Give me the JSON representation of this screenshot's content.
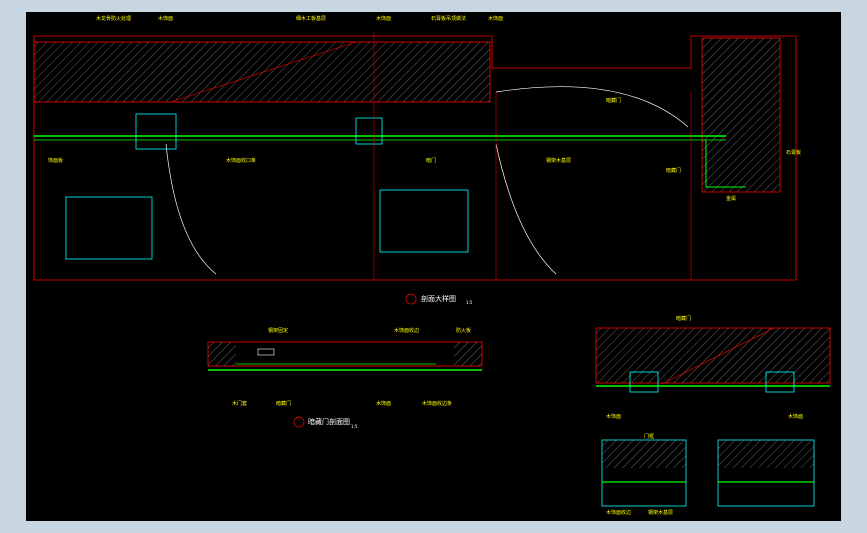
{
  "colors": {
    "background": "#000000",
    "wall_outline": "#ff0000",
    "detail_box": "#00ffff",
    "leader": "#ff0000",
    "label": "#ffff00",
    "panel": "#00ff00",
    "door_arc": "#ffffff",
    "hatch": "#808080",
    "app_frame": "#c8d6e2"
  },
  "drawing": {
    "title_main": "剖面大样图",
    "title_sub": "暗藏门剖面图",
    "scale_main": "1:5",
    "scale_sub": "1:5"
  },
  "labels": {
    "top": [
      "木龙骨防火处理",
      "木饰面",
      "细木工板基层",
      "木饰面",
      "石膏板吊顶做法",
      "木饰面"
    ],
    "mid": [
      "饰面板",
      "木饰面收口条",
      "暗门",
      "暗藏门",
      "钢架木基层"
    ],
    "side": [
      "暗藏门",
      "石膏板",
      "金属"
    ],
    "lower": [
      "钢架固定",
      "木饰面收边",
      "防火板",
      "木门套",
      "暗藏门",
      "木饰面",
      "木饰面收边条",
      "钢架木基层"
    ],
    "right": [
      "暗藏门",
      "木饰面",
      "门框",
      "木饰面",
      "木饰面收边"
    ]
  }
}
